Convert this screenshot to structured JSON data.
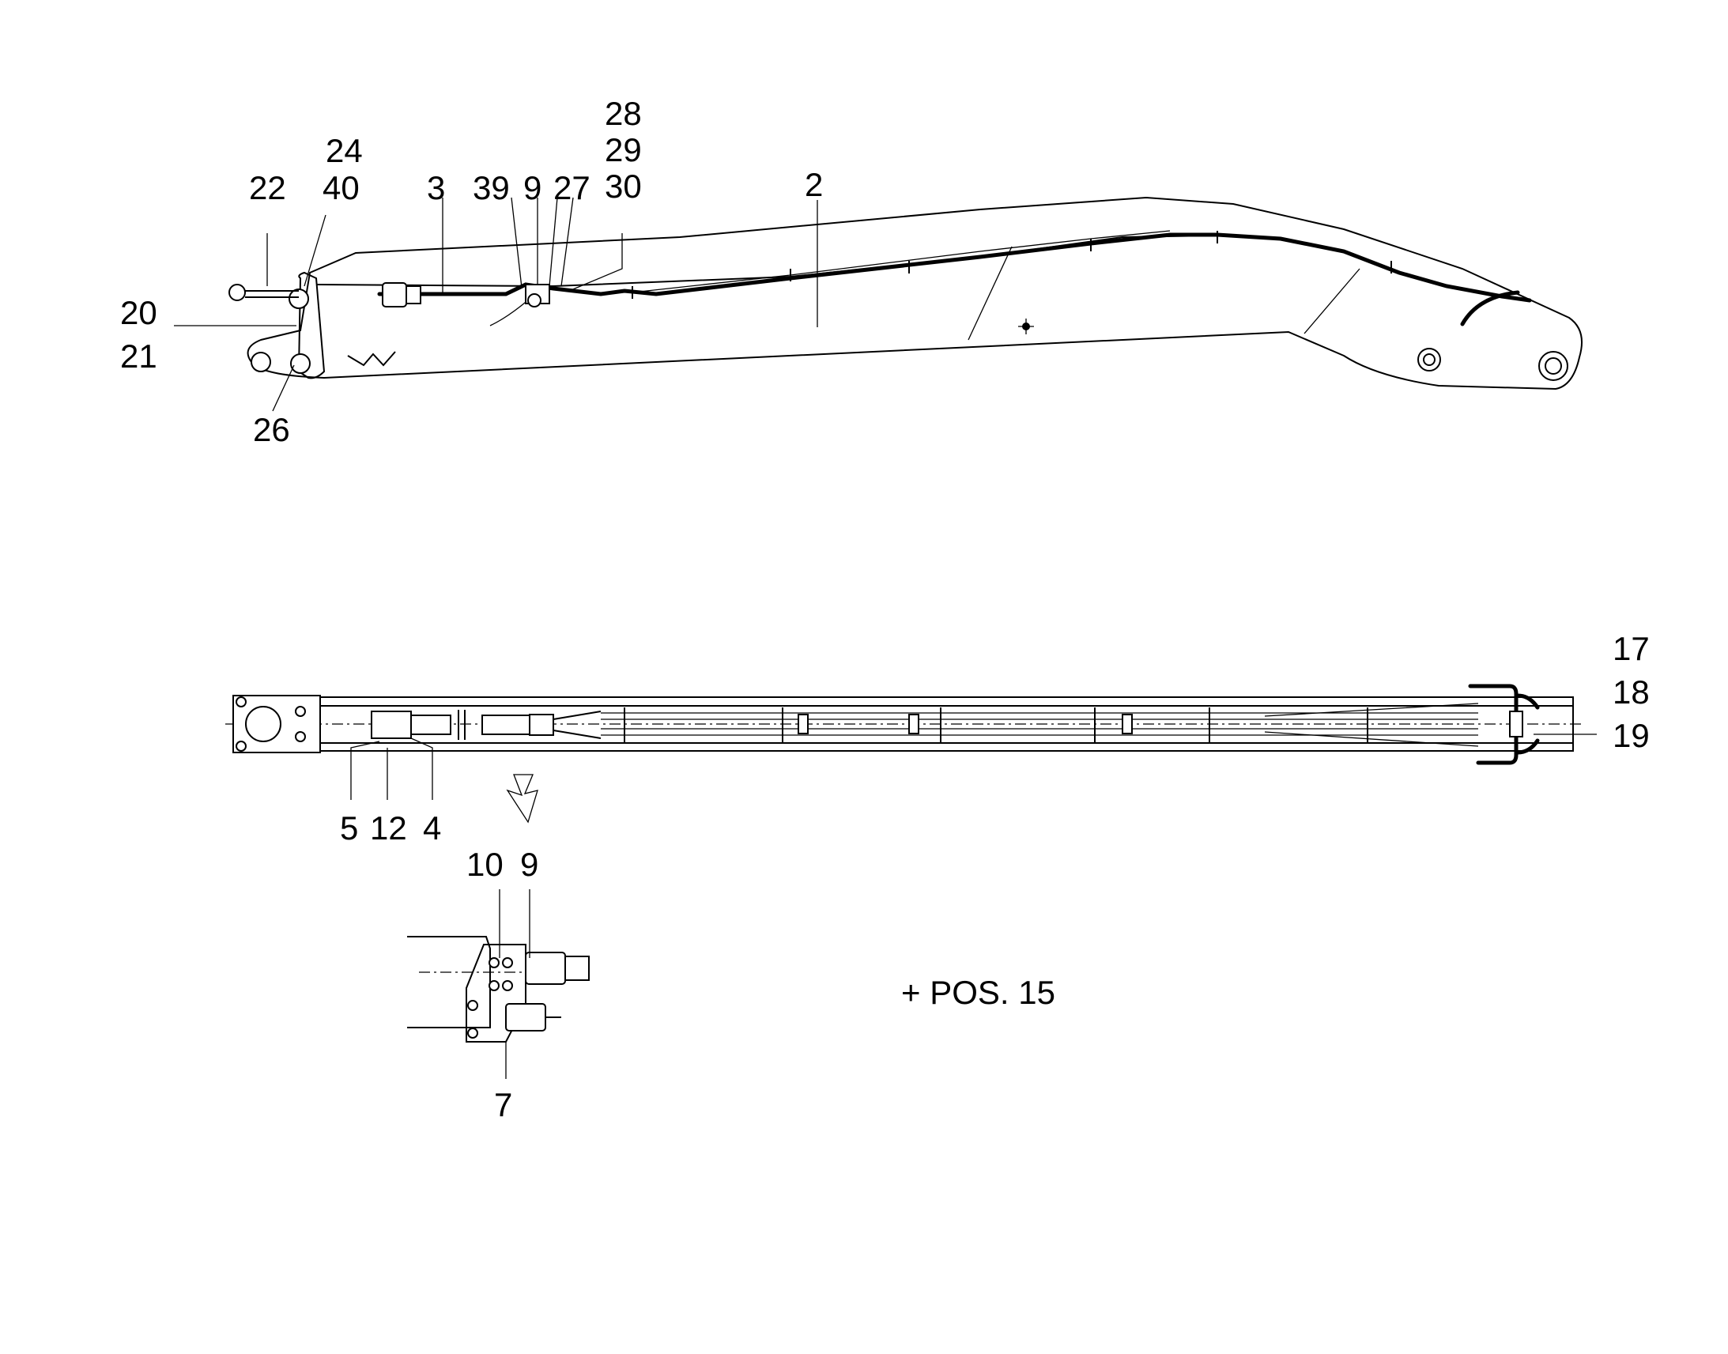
{
  "callouts": {
    "side_view": [
      "22",
      "24",
      "40",
      "3",
      "39",
      "9",
      "27",
      "28",
      "29",
      "30",
      "2",
      "20",
      "21",
      "26"
    ],
    "top_view": [
      "17",
      "18",
      "19",
      "5",
      "12",
      "4"
    ],
    "detail_view": [
      "10",
      "9",
      "7"
    ]
  },
  "note": "+ POS.  15"
}
